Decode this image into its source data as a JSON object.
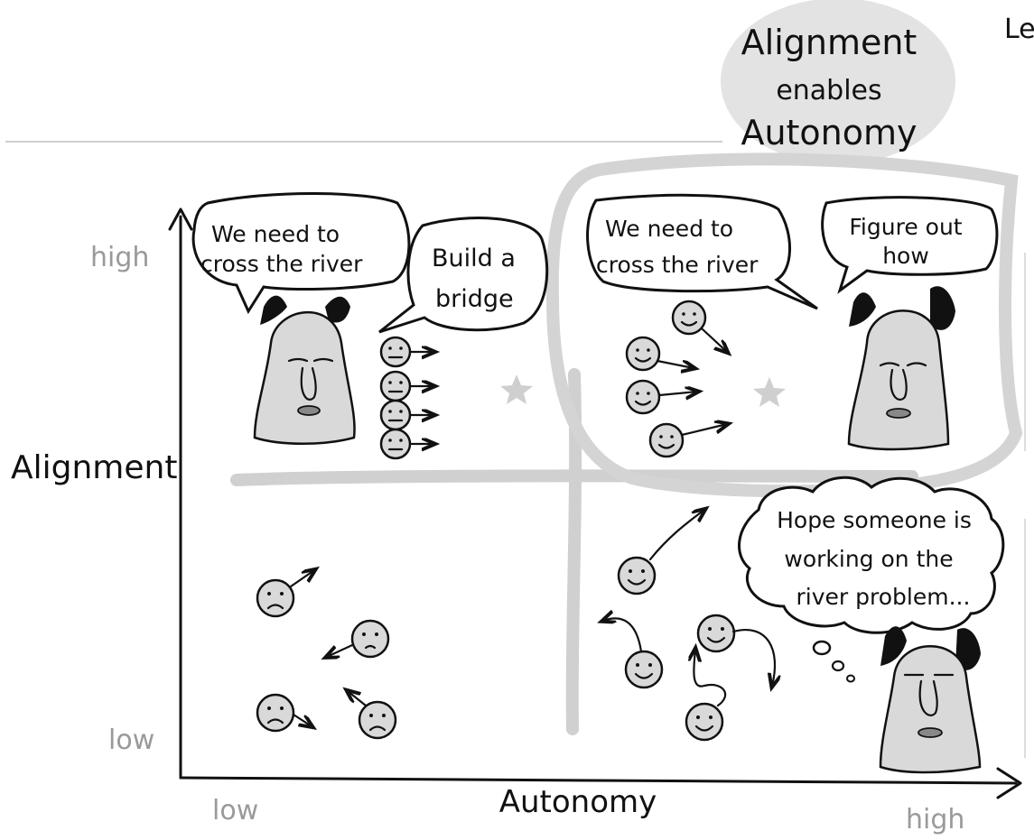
{
  "banner": {
    "title_line1": "Alignment",
    "title_line2": "enables",
    "title_line3": "Autonomy",
    "corner_text": "Le"
  },
  "axes": {
    "y_label": "Alignment",
    "x_label": "Autonomy",
    "y_high": "high",
    "y_low": "low",
    "x_low": "low",
    "x_high": "high"
  },
  "quadrants": {
    "top_left": {
      "leader_speech_line1": "We need to",
      "leader_speech_line2": "cross the river",
      "team_speech_line1": "Build a",
      "team_speech_line2": "bridge"
    },
    "top_right": {
      "leader_speech_line1": "We need to",
      "leader_speech_line2": "cross the river",
      "team_speech_line1": "Figure out",
      "team_speech_line2": "how"
    },
    "bottom_right": {
      "thought_line1": "Hope someone is",
      "thought_line2": "working on the",
      "thought_line3": "river problem..."
    }
  },
  "colors": {
    "ink": "#111111",
    "face_fill": "#d9d9d9",
    "divider_gray": "#d0d0d0",
    "highlight_gray": "#e0e0e0",
    "label_gray": "#9a9a9a"
  }
}
